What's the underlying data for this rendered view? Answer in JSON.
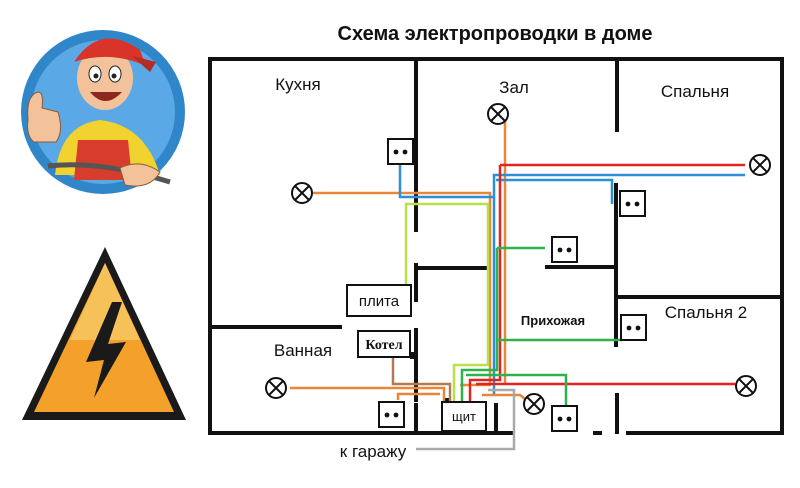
{
  "title": "Схема электропроводки в доме",
  "rooms": {
    "kitchen": "Кухня",
    "hall": "Зал",
    "bedroom": "Спальня",
    "bedroom2": "Спальня 2",
    "bathroom": "Ванная",
    "hallway": "Прихожая"
  },
  "appliances": {
    "stove": "плита",
    "boiler": "Котел",
    "panel": "щит"
  },
  "garage_label": "к гаражу",
  "wire_colors": {
    "orange": "#e8873a",
    "blue": "#2e8fd6",
    "green": "#2fb24c",
    "red": "#e02424",
    "yellow_green": "#b8e04a",
    "brown": "#b07a52",
    "gray": "#aaaaaa"
  }
}
